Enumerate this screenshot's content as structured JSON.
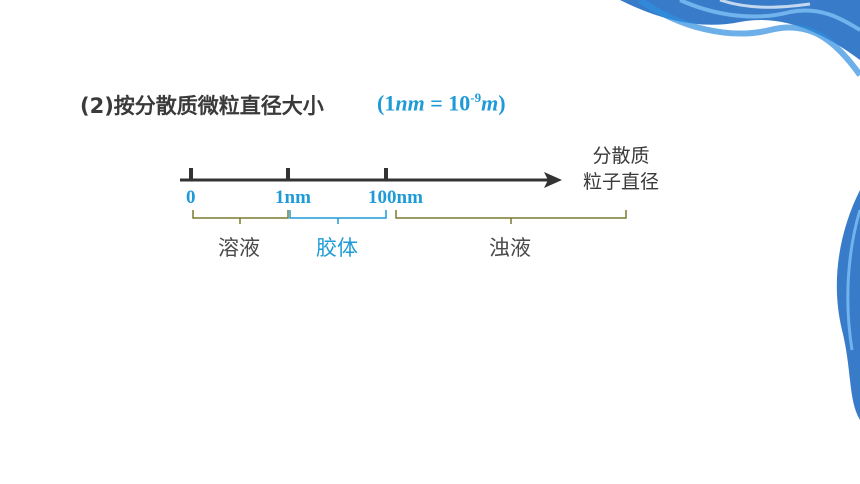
{
  "heading": "(2)按分散质微粒直径大小",
  "formula": {
    "open": "(1",
    "unit": "nm",
    "equals": " = 10",
    "exponent": "-9",
    "unit2": "m",
    "close": ")"
  },
  "axis": {
    "title_line1": "分散质",
    "title_line2": "粒子直径",
    "ticks": [
      {
        "label": "0"
      },
      {
        "label": "1nm"
      },
      {
        "label": "100nm"
      }
    ]
  },
  "ranges": [
    {
      "label": "溶液",
      "color": "#7a7a2e"
    },
    {
      "label": "胶体",
      "color": "#1e9bd7"
    },
    {
      "label": "浊液",
      "color": "#7a7a2e"
    }
  ],
  "colors": {
    "accent": "#1e9bd7",
    "text": "#3a3a3a",
    "axis": "#333333",
    "decoration": "#1565c0"
  }
}
